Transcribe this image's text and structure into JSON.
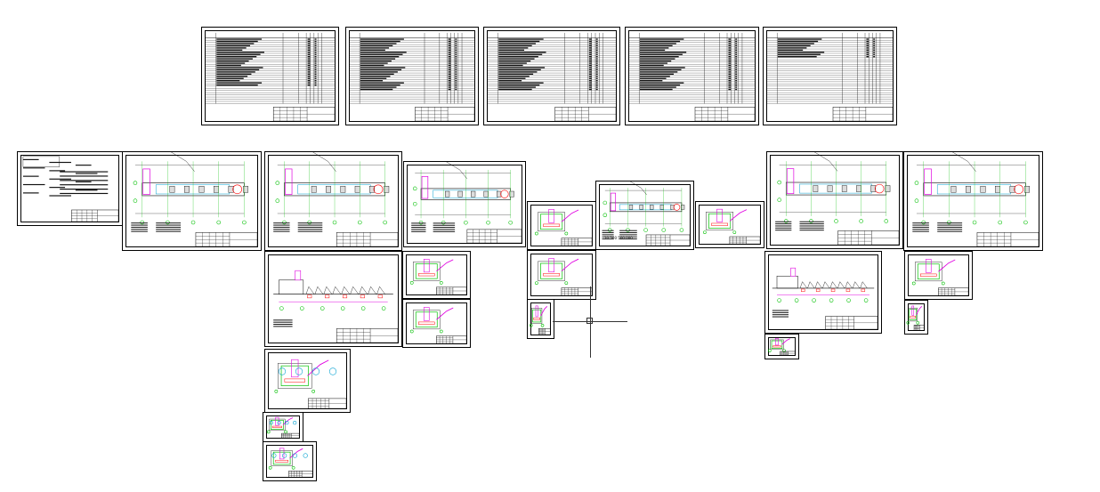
{
  "app": {
    "view": "model-space"
  },
  "colors": {
    "line": "#000000",
    "magenta": "#e000e0",
    "green": "#00c000",
    "cyan": "#00a0d0",
    "red": "#ff0000",
    "background": "#ffffff"
  },
  "sheets": [
    {
      "id": "spec-1",
      "kind": "table",
      "label": ""
    },
    {
      "id": "spec-2",
      "kind": "table",
      "label": ""
    },
    {
      "id": "spec-3",
      "kind": "table",
      "label": ""
    },
    {
      "id": "spec-4",
      "kind": "table",
      "label": ""
    },
    {
      "id": "spec-5",
      "kind": "table",
      "label": ""
    },
    {
      "id": "general-notes",
      "kind": "notes",
      "label": ""
    },
    {
      "id": "plan-1",
      "kind": "plan",
      "label": ""
    },
    {
      "id": "plan-2",
      "kind": "plan",
      "label": ""
    },
    {
      "id": "plan-3",
      "kind": "plan",
      "label": ""
    },
    {
      "id": "section-1",
      "kind": "section",
      "label": ""
    },
    {
      "id": "plan-center",
      "kind": "plan",
      "label": ""
    },
    {
      "id": "dim-sheet",
      "kind": "plan",
      "label": "10 500 500 000"
    }
  ],
  "cursor": {
    "type": "crosshair"
  }
}
